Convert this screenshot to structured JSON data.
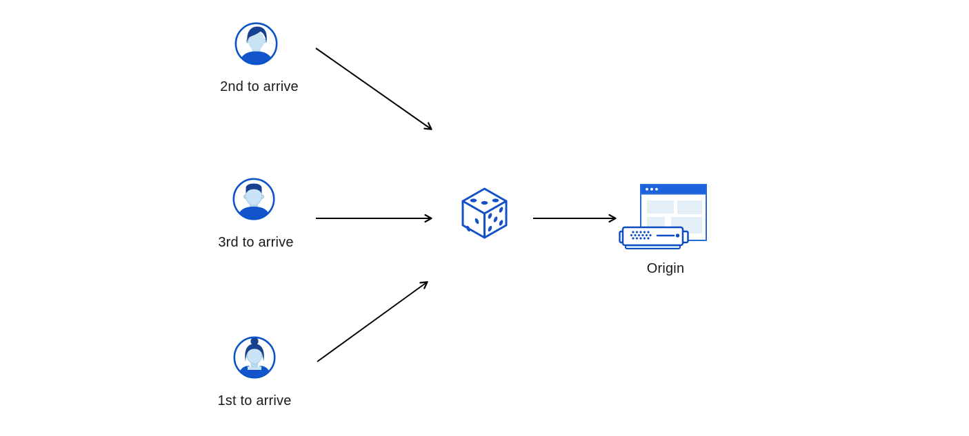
{
  "page": {
    "background": "#ffffff"
  },
  "diagram": {
    "clients": [
      {
        "label": "2nd to arrive",
        "avatar": "man-swept-hair-avatar"
      },
      {
        "label": "3rd to arrive",
        "avatar": "man-flat-top-avatar"
      },
      {
        "label": "1st to arrive",
        "avatar": "woman-hair-bun-avatar"
      }
    ],
    "randomizer": {
      "icon": "dice-icon"
    },
    "origin": {
      "label": "Origin",
      "icon": "origin-server-icon"
    },
    "colors": {
      "icon_blue": "#1450c8",
      "avatar_ring_blue": "#0b54c8",
      "hair_navy": "#17418f",
      "skin_light_blue": "#c9e3f5",
      "shirt_blue": "#1254cc",
      "window_titlebar_blue": "#1b63dc",
      "window_border_blue": "#2a69d8",
      "server_border_blue": "#0b4cc0",
      "panel_light_blue": "#e4eef7",
      "arrow_color": "#000000",
      "label_color": "#1a1a1a"
    }
  }
}
